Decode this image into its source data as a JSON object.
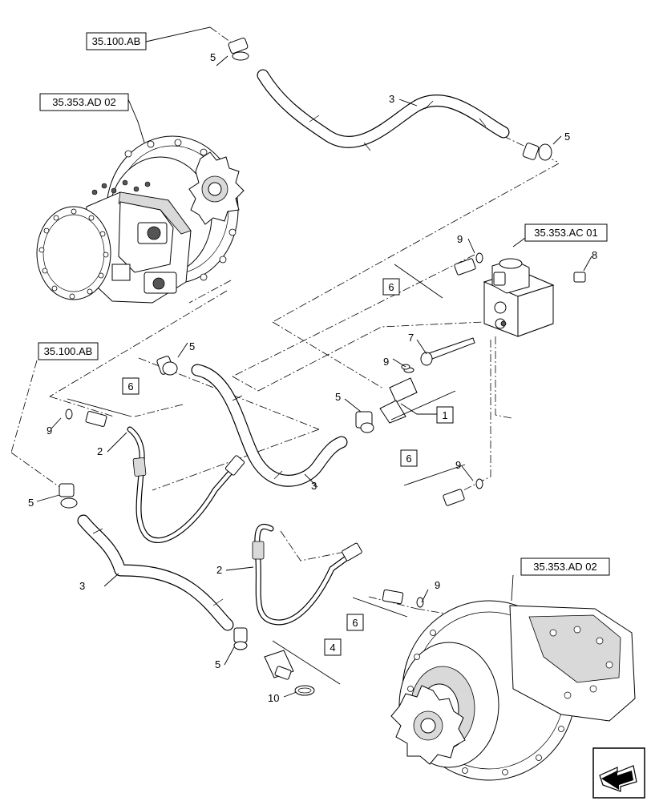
{
  "references": {
    "hose_ref_top": "35.100.AB",
    "motor_ref_top": "35.353.AD 02",
    "valve_ref": "35.353.AC 01",
    "hose_ref_left": "35.100.AB",
    "motor_ref_bottom": "35.353.AD 02"
  },
  "kits": {
    "kit_6_upper": "6",
    "kit_6_left": "6",
    "kit_1": "1",
    "kit_6_right": "6",
    "kit_6_lower": "6",
    "kit_4": "4"
  },
  "callouts": {
    "c5_top_left": "5",
    "c3_top": "3",
    "c5_top_right": "5",
    "c9_valve": "9",
    "c8": "8",
    "c7": "7",
    "c9_tee": "9",
    "c5_mid": "5",
    "c5_tee": "5",
    "c9_left": "9",
    "c2_left": "2",
    "c3_mid": "3",
    "c9_right": "9",
    "c5_left": "5",
    "c2_lower": "2",
    "c9_lower": "9",
    "c3_left": "3",
    "c5_bottom": "5",
    "c10": "10"
  },
  "nav": {
    "icon": "next-page-arrow-icon"
  }
}
